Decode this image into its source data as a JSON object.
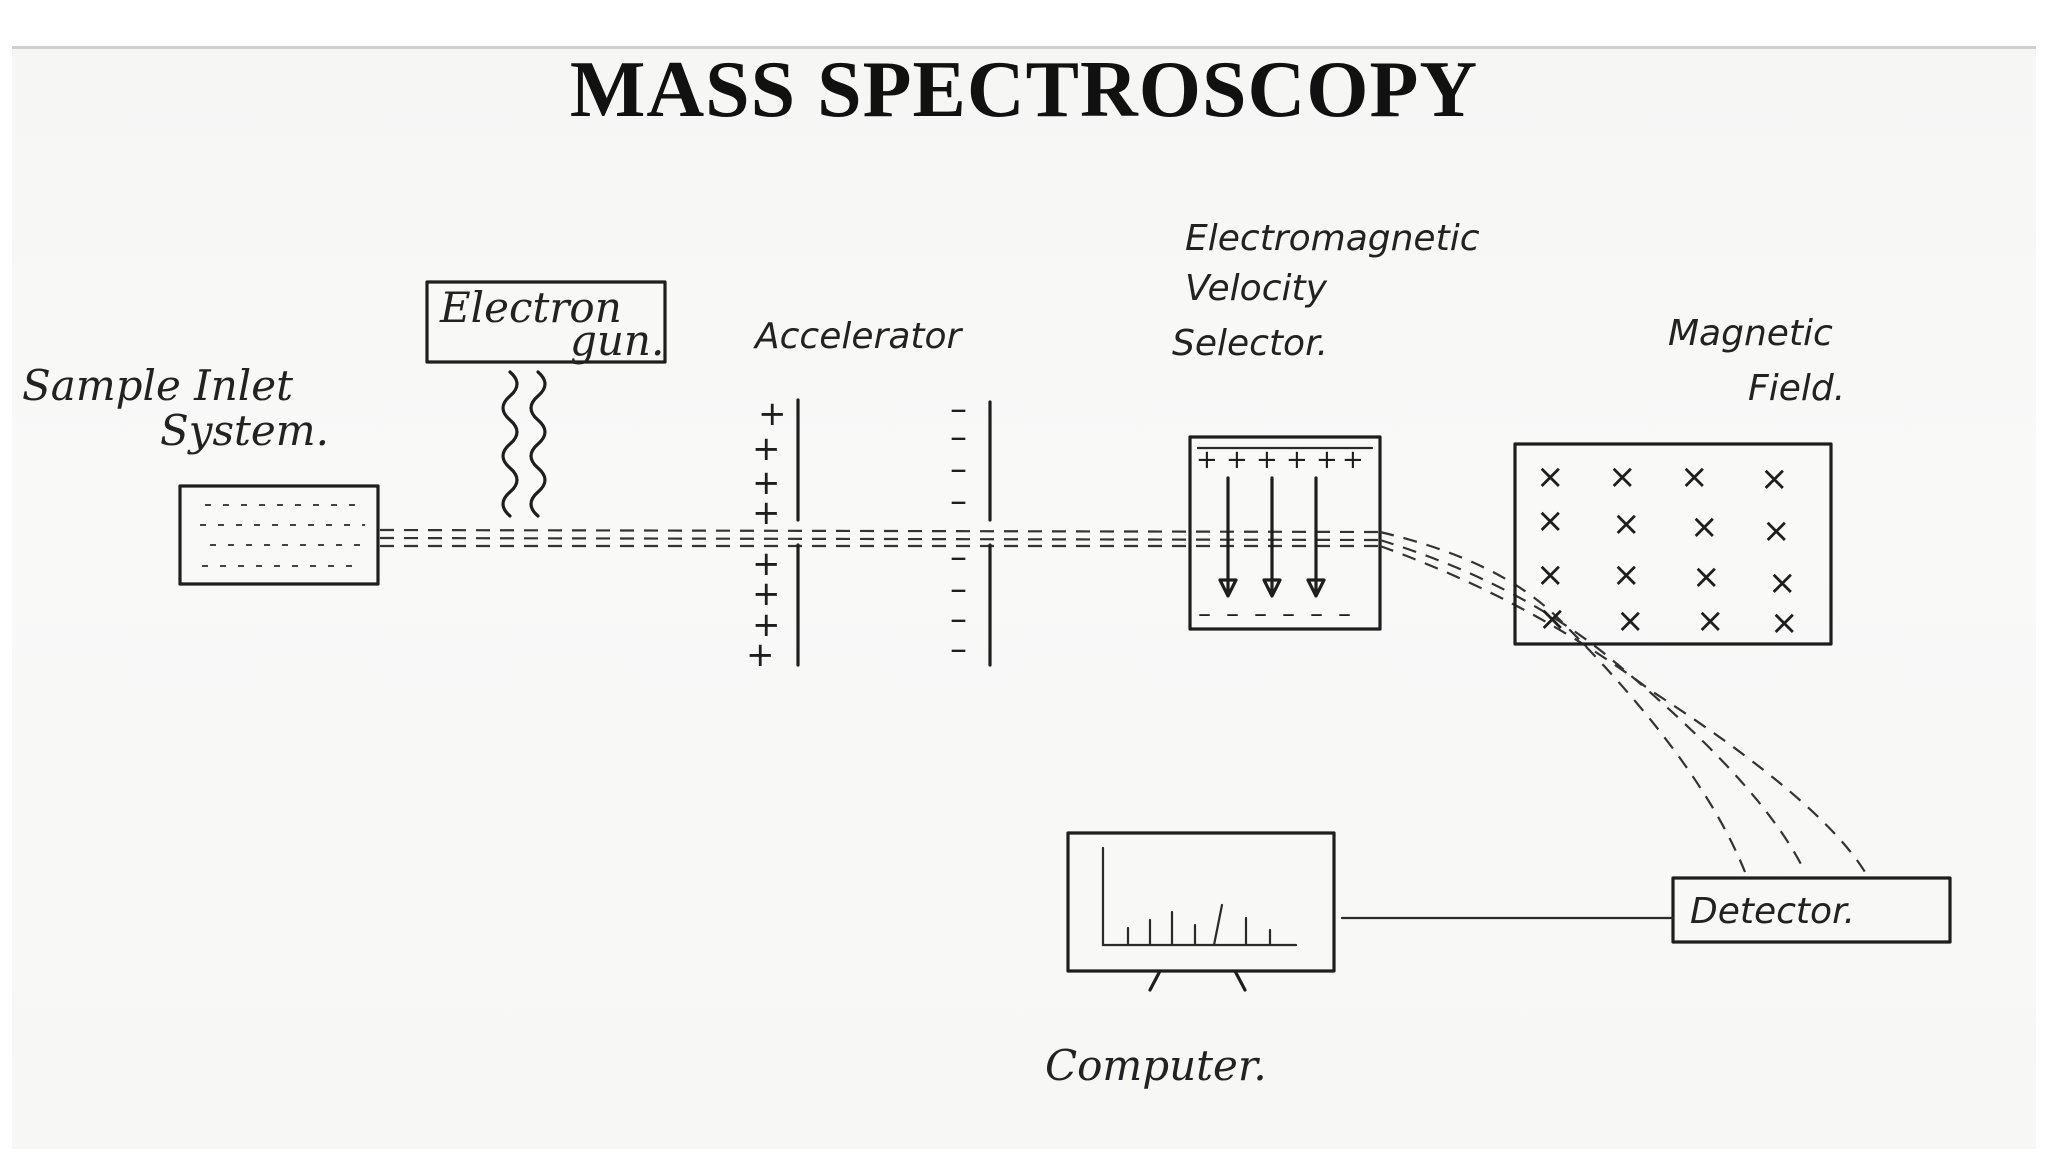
{
  "title": "MASS SPECTROSCOPY",
  "labels": {
    "sample_inlet_line1": "Sample Inlet",
    "sample_inlet_line2": "System.",
    "electron_gun_line1": "Electron",
    "electron_gun_line2": "gun.",
    "accelerator": "Accelerator",
    "velocity_selector_line1": "Electromagnetic",
    "velocity_selector_line2": "Velocity",
    "velocity_selector_line3": "Selector.",
    "magnetic_field_line1": "Magnetic",
    "magnetic_field_line2": "Field.",
    "detector": "Detector.",
    "computer": "Computer."
  },
  "symbols": {
    "plus": "+",
    "minus": "–",
    "cross": "×"
  },
  "colors": {
    "ink": "#1e1e1e",
    "paper": "#f7f7f6"
  }
}
